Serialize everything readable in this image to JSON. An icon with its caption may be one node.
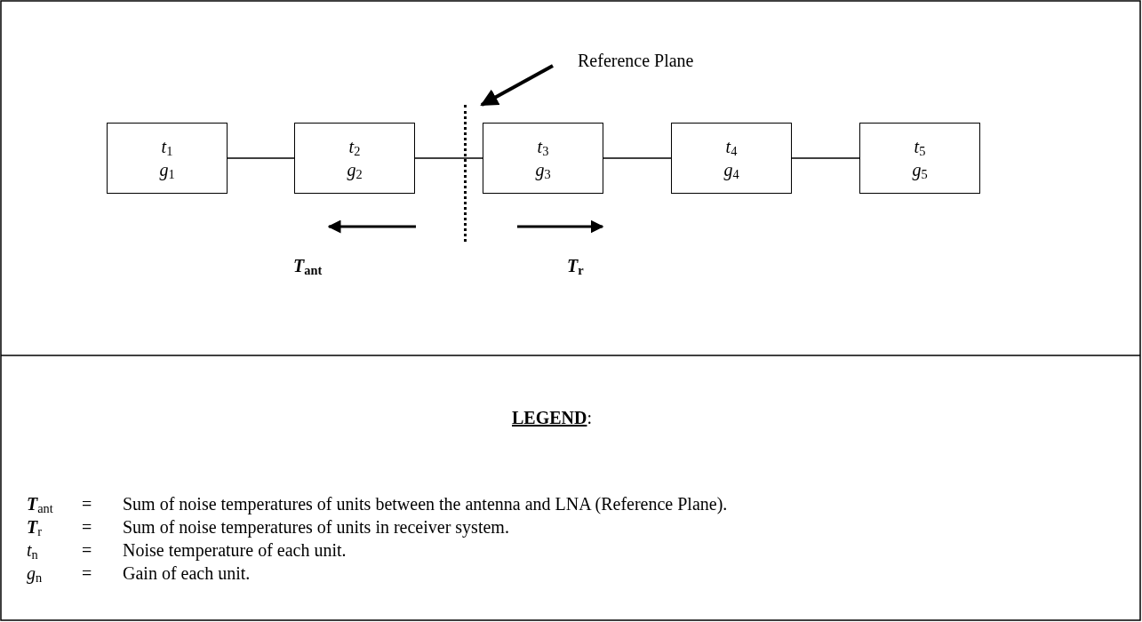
{
  "diagram": {
    "nodes": [
      {
        "text": [
          "Reference Plane"
        ]
      },
      {
        "text": [],
        "shape": "line"
      },
      {
        "text": [
          "*t*$_{1}$",
          "*g*$_{1}$"
        ]
      },
      {
        "text": [
          "*t*$_{2}$",
          "*g*$_{2}$"
        ]
      },
      {
        "text": [
          "*t*$_{3}$",
          "*g*$_{3}$"
        ]
      },
      {
        "text": [
          "*t*$_{4}$",
          "*g*$_{4}$"
        ]
      },
      {
        "text": [
          "*t*$_{5}$",
          "*g*$_{5}$"
        ]
      }
    ],
    "edges": [
      {
        "from": 0,
        "to": 1,
        "arrow": "to",
        "style": "thick"
      },
      {
        "from": 2,
        "to": 3,
        "arrow": "none"
      },
      {
        "from": 3,
        "to": 4,
        "arrow": "none"
      },
      {
        "from": 4,
        "to": 5,
        "arrow": "none"
      },
      {
        "from": 5,
        "to": 6,
        "arrow": "none"
      }
    ],
    "labels": [
      "*T*$_{ant}$",
      "*T*$_{r}$",
      "**LEGEND**:",
      "**T**$_{ant}$",
      "=",
      "Sum of noise temperatures of units between the antenna and LNA (Reference Plane).",
      "**T**$_{r}$",
      "=",
      "Sum of noise temperatures of units in receiver system.",
      "*t*$_{n}$",
      "=",
      "Noise temperature of each unit.",
      "*g*$_{n}$",
      "=",
      "Gain of each unit."
    ]
  }
}
